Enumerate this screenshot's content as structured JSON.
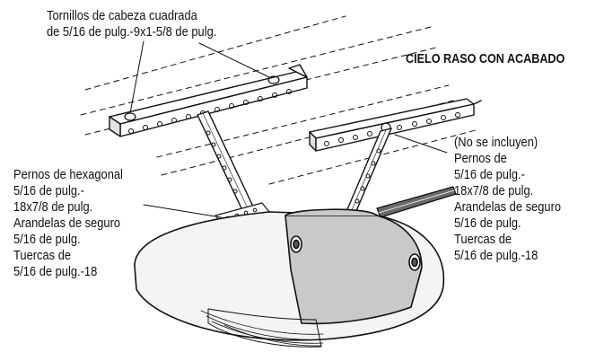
{
  "figure": {
    "top_callout": {
      "lines": [
        "Tornillos de cabeza cuadrada",
        "de 5/16 de pulg.-9x1-5/8 de pulg."
      ]
    },
    "ceiling_label": "CIELO RASO CON ACABADO",
    "left_callout": {
      "lines": [
        "Pernos de hexagonal",
        "5/16 de pulg.-",
        "18x7/8 de pulg.",
        "Arandelas de seguro",
        "5/16 de pulg.",
        "Tuercas de",
        "5/16 de pulg.-18"
      ]
    },
    "right_callout": {
      "lines": [
        "(No se incluyen)",
        "Pernos de",
        "5/16 de pulg.-",
        "18x7/8 de pulg.",
        "Arandelas de seguro",
        "5/16 de pulg.",
        "Tuercas de",
        "5/16 de pulg.-18"
      ]
    }
  },
  "colors": {
    "line": "#111111",
    "body_fill": "#f4f4f4",
    "shade_fill": "#c9c9c9",
    "dark_fill": "#6a6a6a"
  }
}
